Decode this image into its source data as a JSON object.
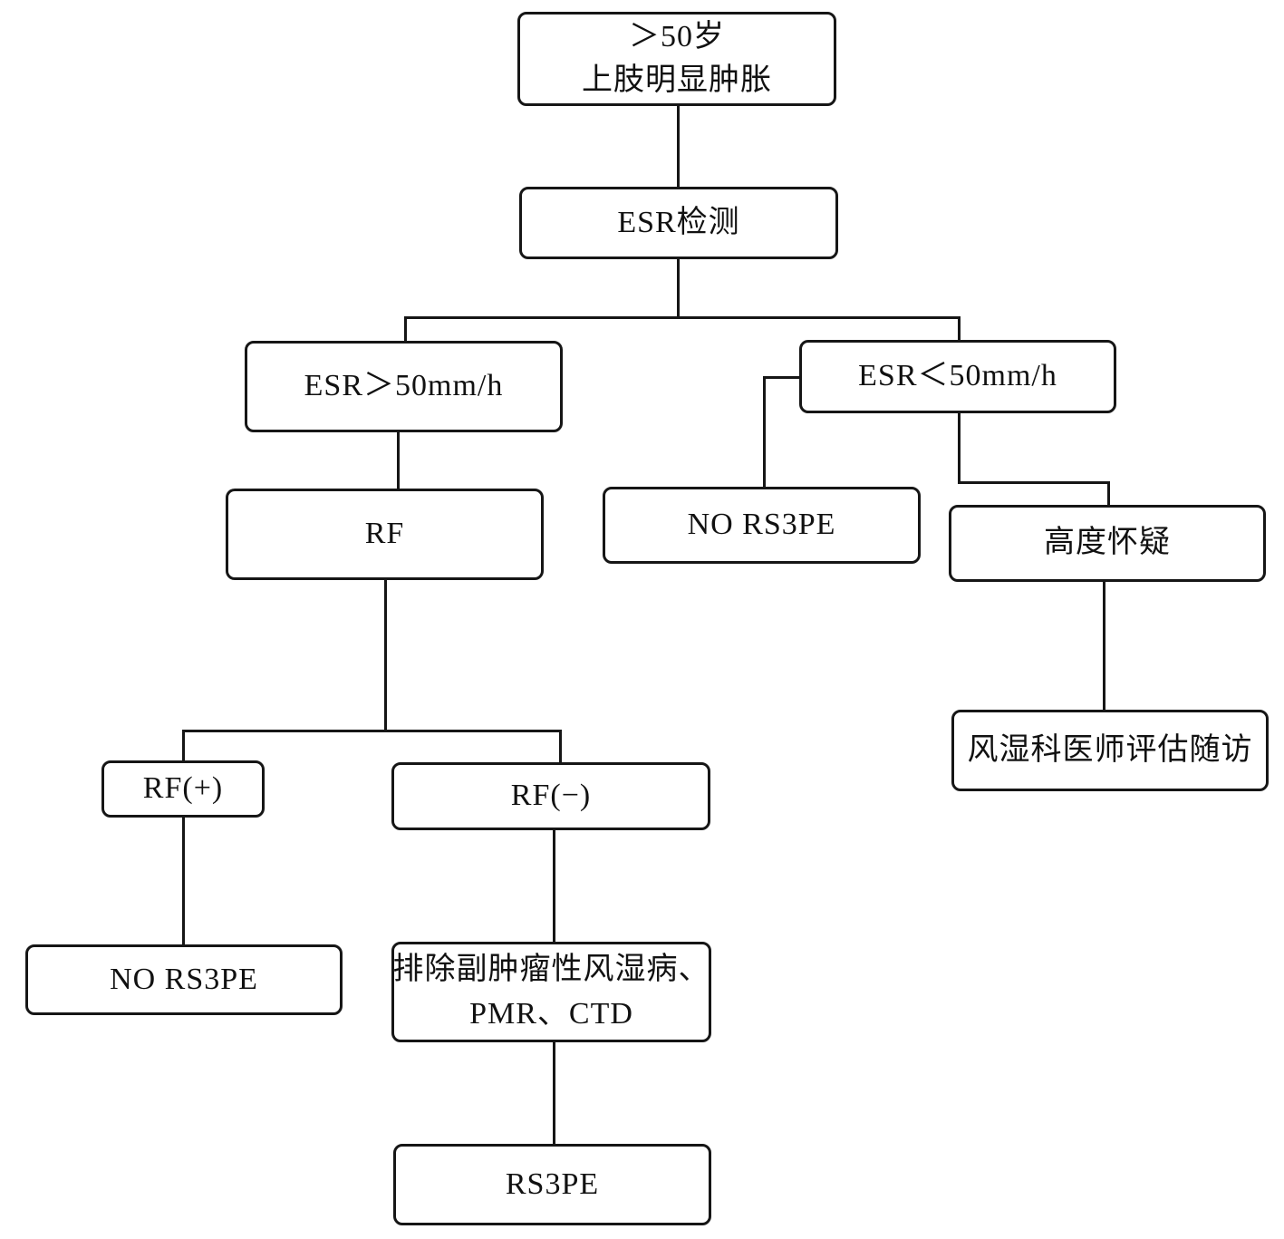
{
  "diagram": {
    "background_color": "#ffffff",
    "line_color": "#161616",
    "box_fill": "#ffffff",
    "text_color": "#111111",
    "nodes": {
      "start": {
        "line1": "＞50岁",
        "line2": "上肢明显肿胀"
      },
      "esr_test": {
        "label": "ESR检测"
      },
      "esr_high": {
        "label": "ESR＞50mm/h"
      },
      "esr_low": {
        "label": "ESR＜50mm/h"
      },
      "rf": {
        "label": "RF"
      },
      "no_rs3pe_mid": {
        "label": "NO RS3PE"
      },
      "high_suspicion": {
        "label": "高度怀疑"
      },
      "rf_positive": {
        "label": "RF(+)"
      },
      "rf_negative": {
        "label": "RF(−)"
      },
      "no_rs3pe_left": {
        "label": "NO RS3PE"
      },
      "exclude": {
        "line1": "排除副肿瘤性风湿病、",
        "line2": "PMR、CTD"
      },
      "rheumatologist_followup": {
        "label": "风湿科医师评估随访"
      },
      "rs3pe": {
        "label": "RS3PE"
      }
    },
    "edges": [
      {
        "from": "start",
        "to": "esr_test"
      },
      {
        "from": "esr_test",
        "to": "esr_high"
      },
      {
        "from": "esr_test",
        "to": "esr_low"
      },
      {
        "from": "esr_high",
        "to": "rf"
      },
      {
        "from": "esr_low",
        "to": "no_rs3pe_mid"
      },
      {
        "from": "esr_low",
        "to": "high_suspicion"
      },
      {
        "from": "high_suspicion",
        "to": "rheumatologist_followup"
      },
      {
        "from": "rf",
        "to": "rf_positive"
      },
      {
        "from": "rf",
        "to": "rf_negative"
      },
      {
        "from": "rf_positive",
        "to": "no_rs3pe_left"
      },
      {
        "from": "rf_negative",
        "to": "exclude"
      },
      {
        "from": "exclude",
        "to": "rs3pe"
      }
    ]
  }
}
